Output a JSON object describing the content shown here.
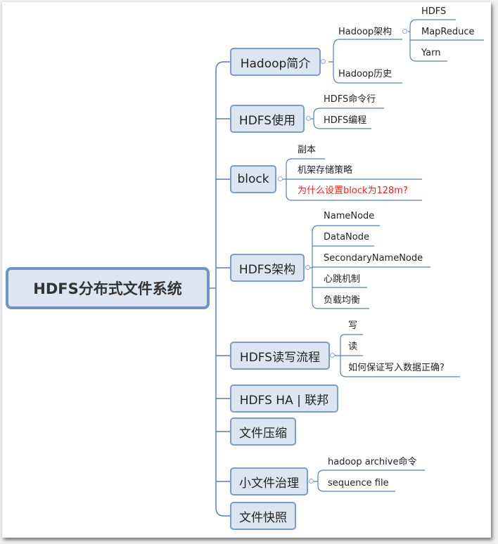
{
  "root": "HDFS分布式文件系统",
  "branches": [
    {
      "label": "Hadoop简介"
    },
    {
      "label": "HDFS使用"
    },
    {
      "label": "block"
    },
    {
      "label": "HDFS架构"
    },
    {
      "label": "HDFS读写流程"
    },
    {
      "label": "HDFS HA | 联邦"
    },
    {
      "label": "文件压缩"
    },
    {
      "label": "小文件治理"
    },
    {
      "label": "文件快照"
    }
  ],
  "hadoop_intro": {
    "architecture": "Hadoop架构",
    "architecture_items": [
      "HDFS",
      "MapReduce",
      "Yarn"
    ],
    "history": "Hadoop历史"
  },
  "hdfs_usage": [
    "HDFS命令行",
    "HDFS编程"
  ],
  "block": [
    "副本",
    "机架存储策略",
    "为什么设置block为128m?"
  ],
  "hdfs_arch": [
    "NameNode",
    "DataNode",
    "SecondaryNameNode",
    "心跳机制",
    "负载均衡"
  ],
  "read_write": [
    "写",
    "读",
    "如何保证写入数据正确?"
  ],
  "small_files": [
    "hadoop archive命令",
    "sequence file"
  ],
  "colors": {
    "line": "#5b7fb8",
    "highlight": "#e8211c",
    "node_fill": "#dce6f2"
  }
}
